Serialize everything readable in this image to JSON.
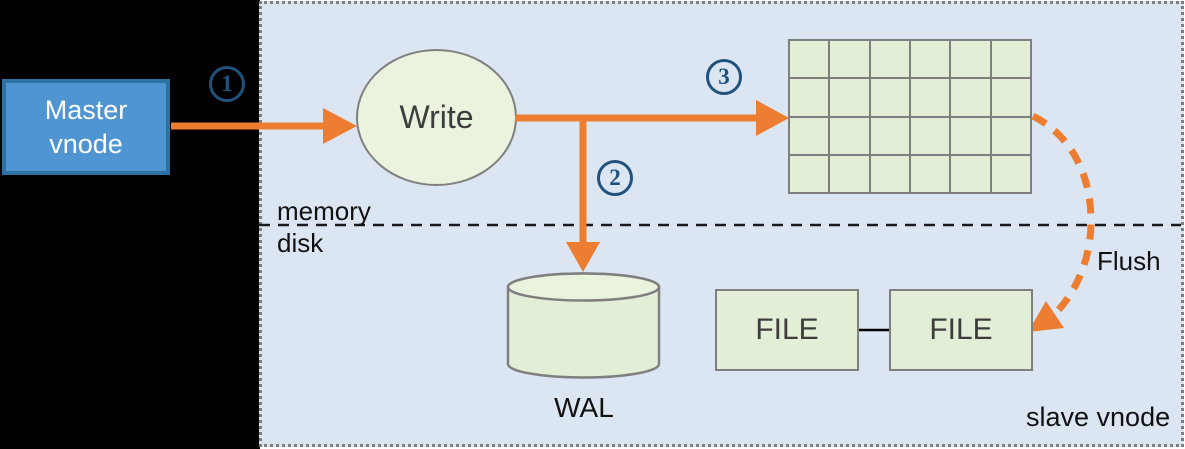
{
  "colors": {
    "background": "#000000",
    "container-fill": "#dce6f2",
    "container-border": "#7d7d7d",
    "master-fill": "#4f95d1",
    "master-border": "#2c73a1",
    "master-text": "#ffffff",
    "green-fill": "#e3eed6",
    "green-fill-light": "#e9f3dd",
    "shape-border": "#7f7f7f",
    "arrow-orange": "#ed7d31",
    "step-blue": "#21527d",
    "text-dark": "#3d3d3d"
  },
  "nodes": {
    "master": {
      "line1": "Master",
      "line2": "vnode"
    },
    "write": "Write",
    "wal": "WAL",
    "file_left": "FILE",
    "file_right": "FILE"
  },
  "labels": {
    "memory": "memory",
    "disk": "disk",
    "flush": "Flush",
    "slave": "slave vnode"
  },
  "steps": [
    {
      "label": "1"
    },
    {
      "label": "2"
    },
    {
      "label": "3"
    }
  ],
  "grid": {
    "rows": 4,
    "cols": 6
  }
}
